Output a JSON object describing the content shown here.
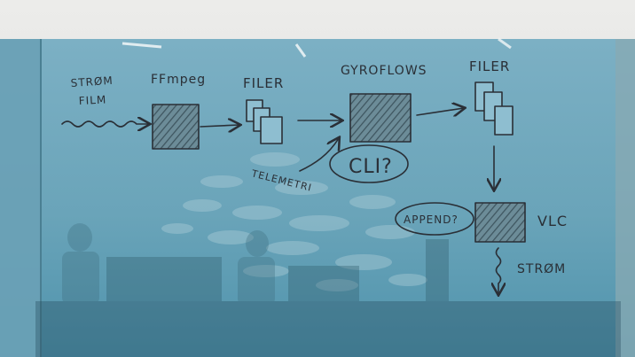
{
  "diagram": {
    "stage1": {
      "line1": "STRØM",
      "line2": "FILM"
    },
    "stage2": {
      "label": "FFmpeg"
    },
    "stage3": {
      "label": "FILER"
    },
    "stage4": {
      "label": "GYROFLOWS"
    },
    "stage5": {
      "label": "FILER"
    },
    "telemetry": {
      "label": "TELEMETRI"
    },
    "cli": {
      "label": "CLI?"
    },
    "append": {
      "label": "APPEND?"
    },
    "player": {
      "label": "VLC"
    },
    "output": {
      "label": "STRØM"
    }
  },
  "colors": {
    "wall": "#e6e6e4",
    "glass_top": "#7fb3c6",
    "glass_bottom": "#4a8fa7",
    "ink": "#2a2f36"
  }
}
